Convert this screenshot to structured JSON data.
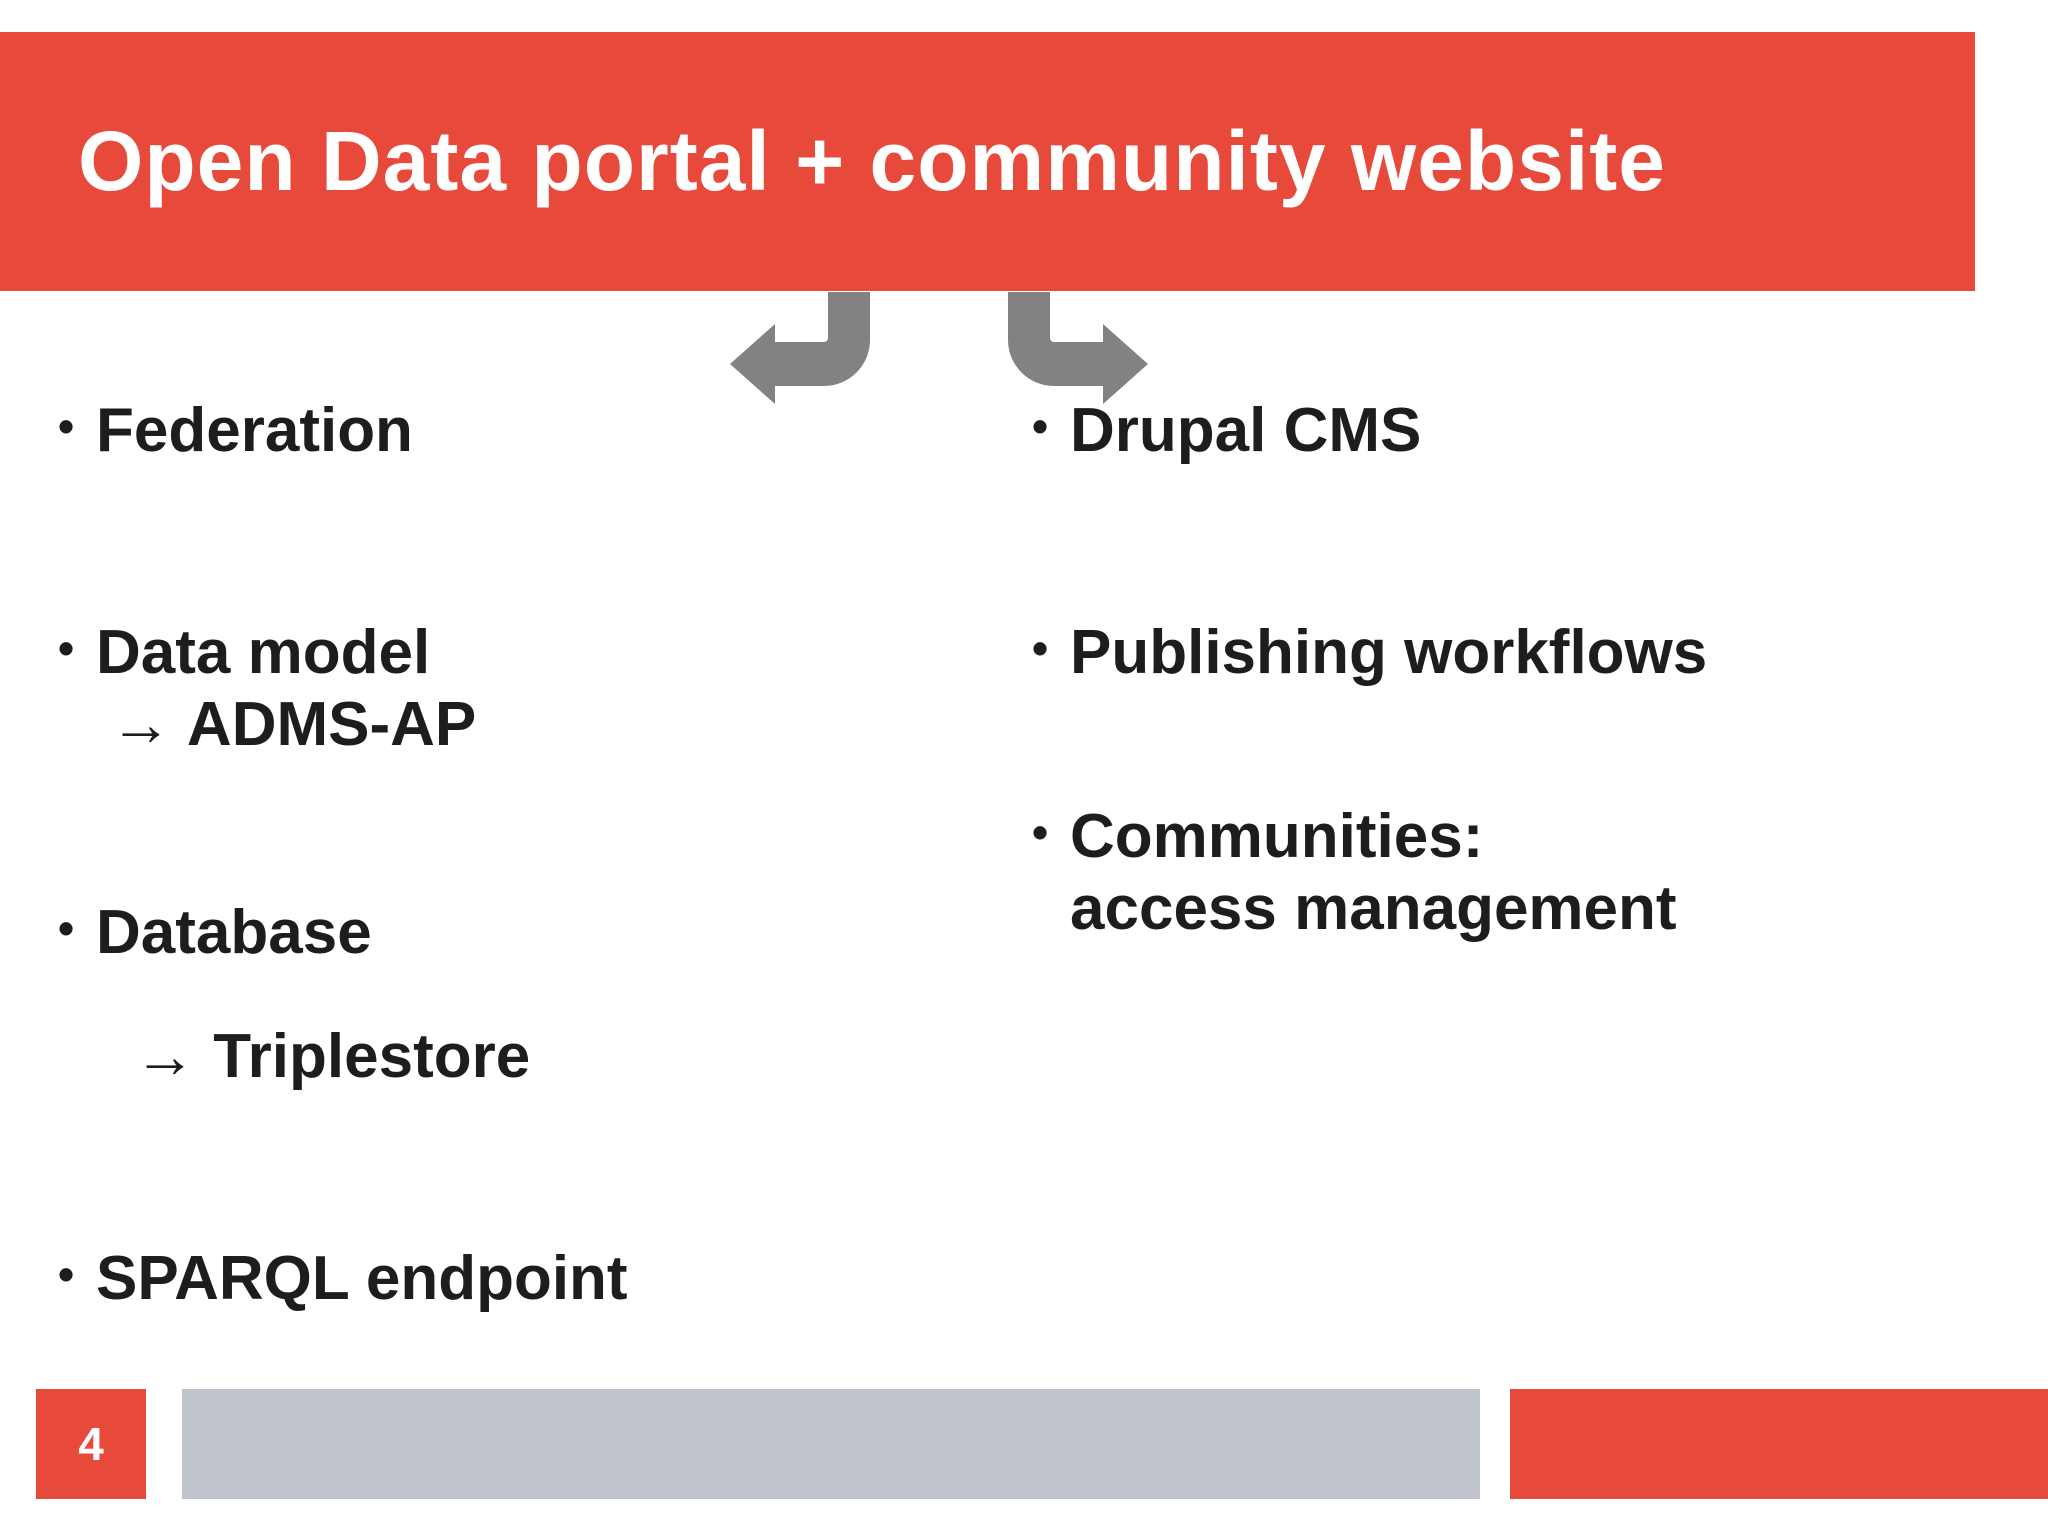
{
  "slide": {
    "title": "Open Data portal + community website",
    "title_bg_color": "#e74a3a",
    "title_text_color": "#ffffff",
    "body_text_color": "#1d1d1d",
    "arrow_color": "#828282",
    "footer_gray_color": "#bfc3cb",
    "page_number": "4",
    "bullet_glyph": "•",
    "arrows": [
      {
        "name": "curved-arrow-left",
        "direction": "down-left"
      },
      {
        "name": "curved-arrow-right",
        "direction": "down-right"
      }
    ]
  },
  "left_column": {
    "items": [
      {
        "label": "Federation",
        "sub": ""
      },
      {
        "label": "Data model",
        "sub": "→ ADMS-AP"
      },
      {
        "label": "Database",
        "sub": "→ Triplestore"
      },
      {
        "label": "SPARQL endpoint",
        "sub": ""
      }
    ]
  },
  "right_column": {
    "items": [
      {
        "label": "Drupal CMS",
        "sub": ""
      },
      {
        "label": "Publishing workflows",
        "sub": ""
      },
      {
        "label": "Communities:",
        "sub": "access management"
      }
    ]
  }
}
